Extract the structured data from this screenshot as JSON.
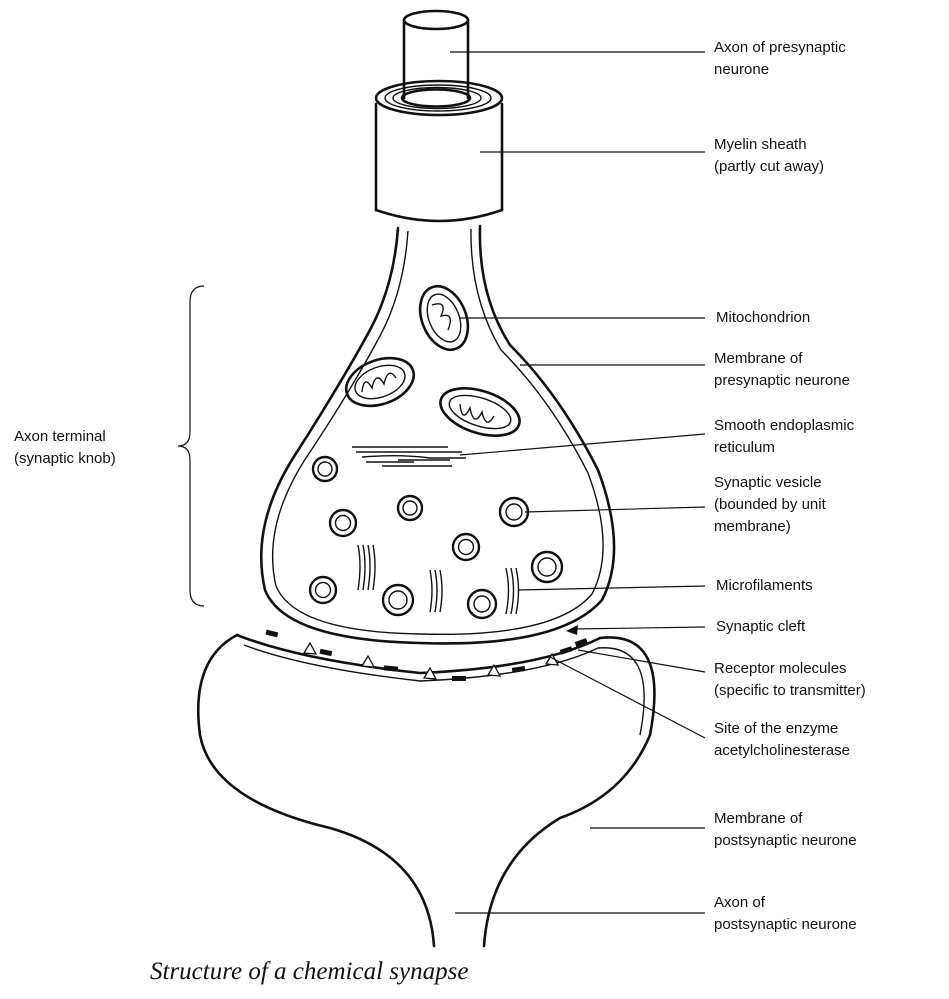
{
  "labels": {
    "axon_presynaptic": [
      "Axon of presynaptic",
      "neurone"
    ],
    "myelin_sheath": [
      "Myelin sheath",
      "(partly cut away)"
    ],
    "mitochondrion": [
      "Mitochondrion"
    ],
    "membrane_presynaptic": [
      "Membrane of",
      "presynaptic neurone"
    ],
    "smooth_er": [
      "Smooth endoplasmic",
      "reticulum"
    ],
    "synaptic_vesicle": [
      "Synaptic vesicle",
      "(bounded by unit",
      "membrane)"
    ],
    "microfilaments": [
      "Microfilaments"
    ],
    "synaptic_cleft": [
      "Synaptic cleft"
    ],
    "receptor_molecules": [
      "Receptor molecules",
      "(specific to transmitter)"
    ],
    "enzyme_site": [
      "Site of the enzyme",
      "acetylcholinesterase"
    ],
    "membrane_postsynaptic": [
      "Membrane of",
      "postsynaptic neurone"
    ],
    "axon_postsynaptic": [
      "Axon of",
      "postsynaptic neurone"
    ],
    "axon_terminal": [
      "Axon terminal",
      "(synaptic knob)"
    ]
  },
  "caption": "Structure of a chemical synapse"
}
